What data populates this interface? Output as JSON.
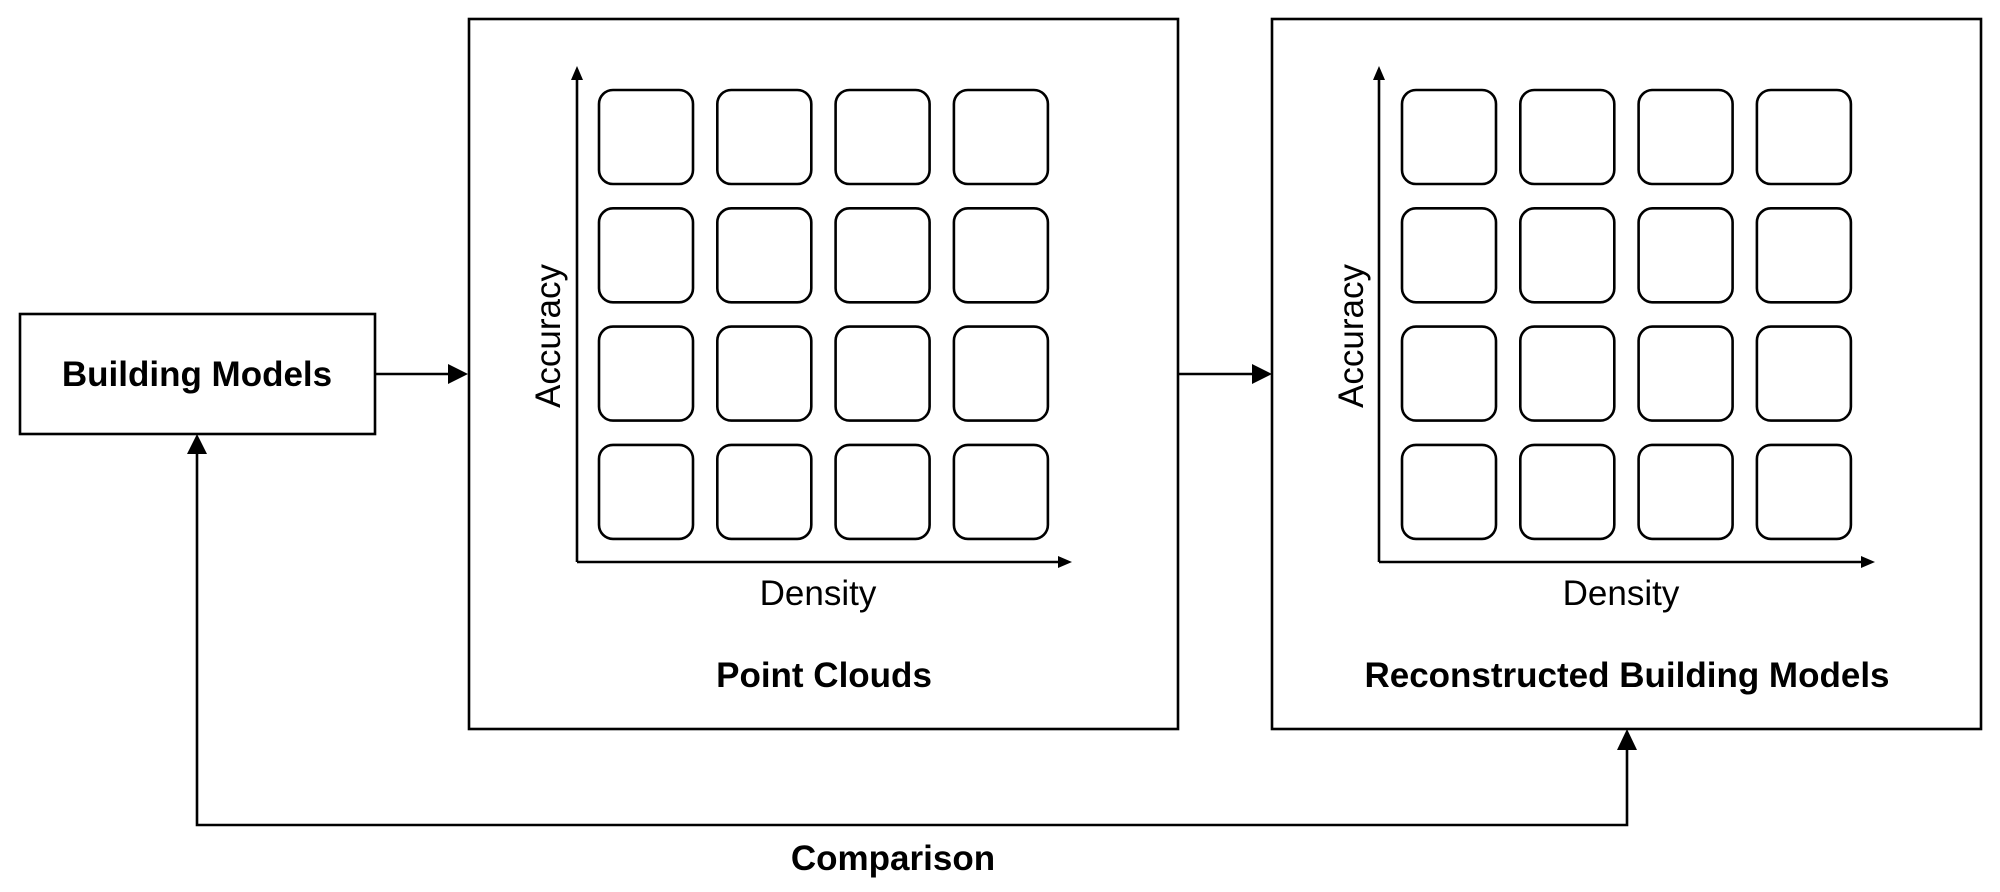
{
  "input_box": {
    "label": "Building Models"
  },
  "point_clouds_panel": {
    "title": "Point Clouds",
    "x_axis_label": "Density",
    "y_axis_label": "Accuracy",
    "grid": {
      "rows": 4,
      "cols": 4
    }
  },
  "reconstructed_panel": {
    "title": "Reconstructed Building Models",
    "x_axis_label": "Density",
    "y_axis_label": "Accuracy",
    "grid": {
      "rows": 4,
      "cols": 4
    }
  },
  "feedback": {
    "label": "Comparison"
  }
}
